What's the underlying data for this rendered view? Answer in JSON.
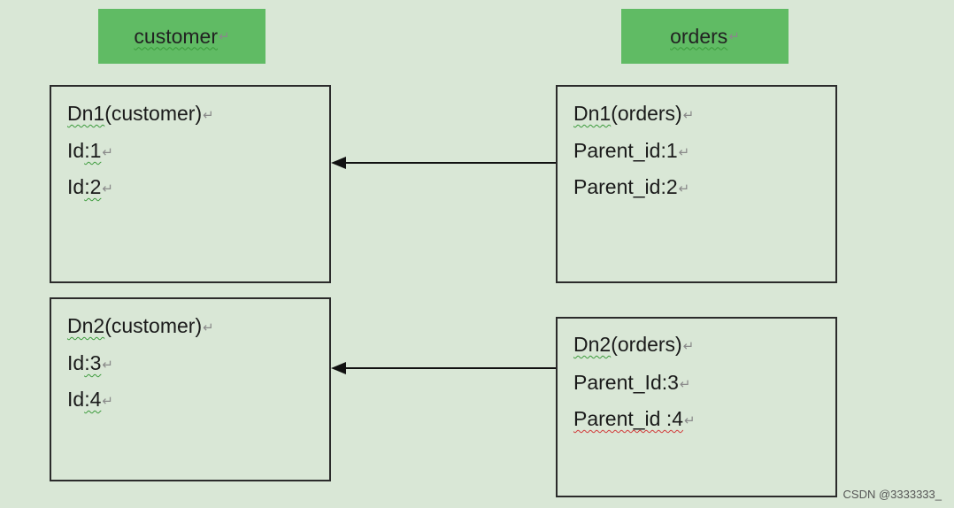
{
  "headers": {
    "left": "customer",
    "right": "orders"
  },
  "customer_boxes": [
    {
      "title_prefix": "Dn1",
      "title_suffix": "(customer)",
      "rows": [
        {
          "label": "Id",
          "value": ":1"
        },
        {
          "label": "Id",
          "value": ":2"
        }
      ]
    },
    {
      "title_prefix": "Dn2",
      "title_suffix": "(customer)",
      "rows": [
        {
          "label": "Id",
          "value": ":3"
        },
        {
          "label": "Id",
          "value": ":4"
        }
      ]
    }
  ],
  "order_boxes": [
    {
      "title_prefix": "Dn1",
      "title_suffix": "(orders)",
      "rows": [
        "Parent_id:1",
        "Parent_id:2"
      ]
    },
    {
      "title_prefix": "Dn2",
      "title_suffix": "(orders)",
      "rows": [
        "Parent_Id:3",
        "Parent_id :4"
      ]
    }
  ],
  "paragraph_mark": "↵",
  "watermark": "CSDN @3333333_",
  "colors": {
    "background": "#d9e7d6",
    "header_fill": "#60bb64",
    "border": "#2b2b2b"
  }
}
